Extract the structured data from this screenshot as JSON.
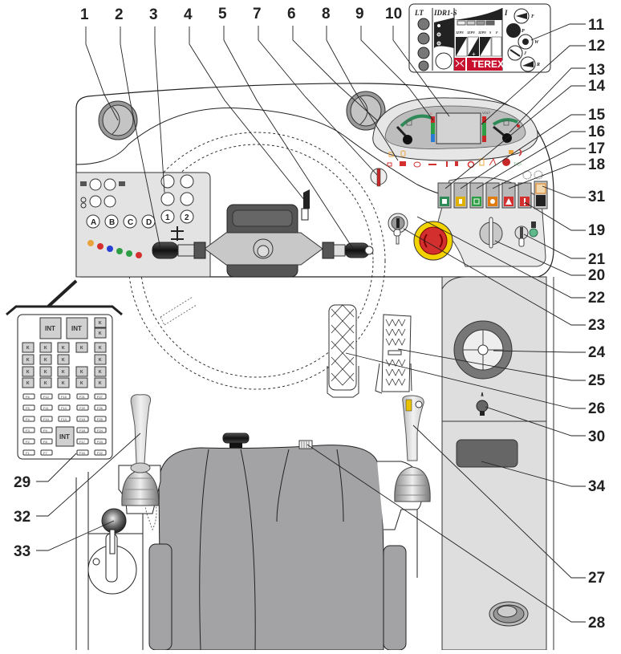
{
  "diagram": {
    "title": "Operator cab controls",
    "brand": "TEREX",
    "callouts": [
      {
        "id": "1",
        "label": "1"
      },
      {
        "id": "2",
        "label": "2"
      },
      {
        "id": "3",
        "label": "3"
      },
      {
        "id": "4",
        "label": "4"
      },
      {
        "id": "5",
        "label": "5"
      },
      {
        "id": "7",
        "label": "7"
      },
      {
        "id": "6",
        "label": "6"
      },
      {
        "id": "8",
        "label": "8"
      },
      {
        "id": "9",
        "label": "9"
      },
      {
        "id": "10",
        "label": "10"
      },
      {
        "id": "11",
        "label": "11"
      },
      {
        "id": "12",
        "label": "12"
      },
      {
        "id": "13",
        "label": "13"
      },
      {
        "id": "14",
        "label": "14"
      },
      {
        "id": "15",
        "label": "15"
      },
      {
        "id": "16",
        "label": "16"
      },
      {
        "id": "17",
        "label": "17"
      },
      {
        "id": "18",
        "label": "18"
      },
      {
        "id": "31",
        "label": "31"
      },
      {
        "id": "19",
        "label": "19"
      },
      {
        "id": "21",
        "label": "21"
      },
      {
        "id": "20",
        "label": "20"
      },
      {
        "id": "22",
        "label": "22"
      },
      {
        "id": "23",
        "label": "23"
      },
      {
        "id": "24",
        "label": "24"
      },
      {
        "id": "25",
        "label": "25"
      },
      {
        "id": "26",
        "label": "26"
      },
      {
        "id": "30",
        "label": "30"
      },
      {
        "id": "34",
        "label": "34"
      },
      {
        "id": "27",
        "label": "27"
      },
      {
        "id": "28",
        "label": "28"
      },
      {
        "id": "29",
        "label": "29"
      },
      {
        "id": "32",
        "label": "32"
      },
      {
        "id": "33",
        "label": "33"
      }
    ],
    "decal": {
      "left_header": "LT",
      "center_header": "IDR1-S",
      "right_header": "I",
      "steer_modes": [
        "1",
        "2",
        "3",
        "4"
      ],
      "speed_labels": [
        "3ZPN",
        "3ZPN",
        "3ZPN",
        "S",
        "F"
      ],
      "minus": "−",
      "plus": "+",
      "brand": "TEREX",
      "right_letters": [
        "F",
        "P",
        "W",
        "J",
        "R"
      ]
    },
    "keypad": {
      "buttons": [
        "A",
        "B",
        "C",
        "D",
        "1",
        "2"
      ],
      "small_labels": [
        "①",
        "②"
      ]
    },
    "gauges": {
      "left_scale_label": "C",
      "right_scale_label": "VOLT"
    },
    "fuse_box": {
      "int_label": "INT",
      "relay_label": "K",
      "columns": [
        [
          "F6",
          "F5",
          "F4",
          "F3",
          "F2",
          "F1"
        ],
        [
          "F12",
          "F11",
          "F10",
          "F9",
          "F8",
          "F7"
        ],
        [
          "F15",
          "F14",
          "F13"
        ],
        [
          "F21",
          "F20",
          "F19",
          "F18",
          "F17",
          "F16"
        ],
        [
          "F27",
          "F26",
          "F25",
          "F24",
          "F23",
          "F22"
        ]
      ]
    }
  }
}
